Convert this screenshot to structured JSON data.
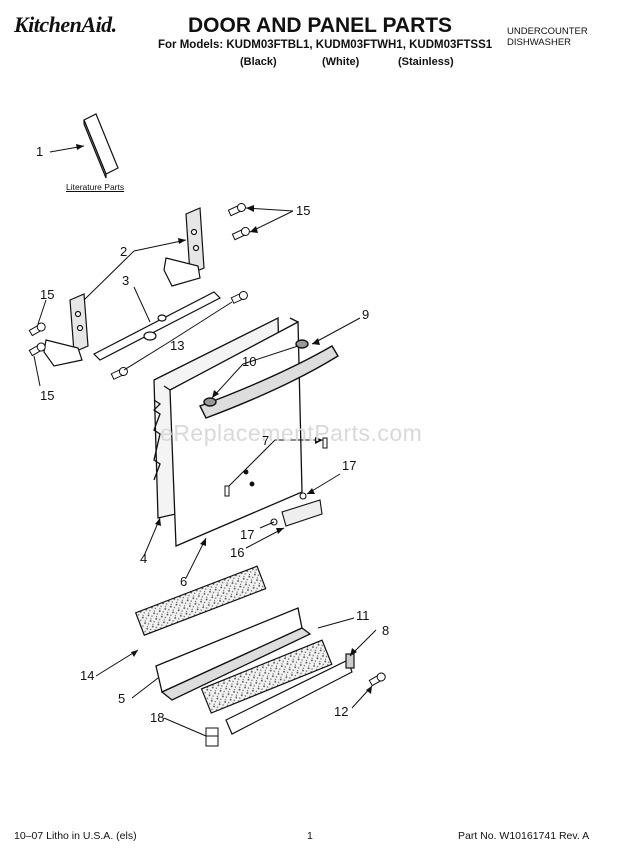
{
  "header": {
    "brand": "KitchenAid.",
    "title": "DOOR AND PANEL PARTS",
    "models": "For Models: KUDM03FTBL1, KUDM03FTWH1, KUDM03FTSS1",
    "variants": [
      "(Black)",
      "(White)",
      "(Stainless)"
    ],
    "category_line1": "UNDERCOUNTER",
    "category_line2": "DISHWASHER"
  },
  "literature_label": "Literature Parts",
  "watermark": "eReplacementParts.com",
  "callouts": [
    "1",
    "15",
    "2",
    "3",
    "15",
    "13",
    "15",
    "9",
    "10",
    "7",
    "17",
    "17",
    "16",
    "4",
    "6",
    "11",
    "8",
    "14",
    "5",
    "12",
    "18"
  ],
  "footer": {
    "left": "10–07 Litho in U.S.A. (els)",
    "center": "1",
    "right": "Part No. W10161741 Rev. A"
  }
}
